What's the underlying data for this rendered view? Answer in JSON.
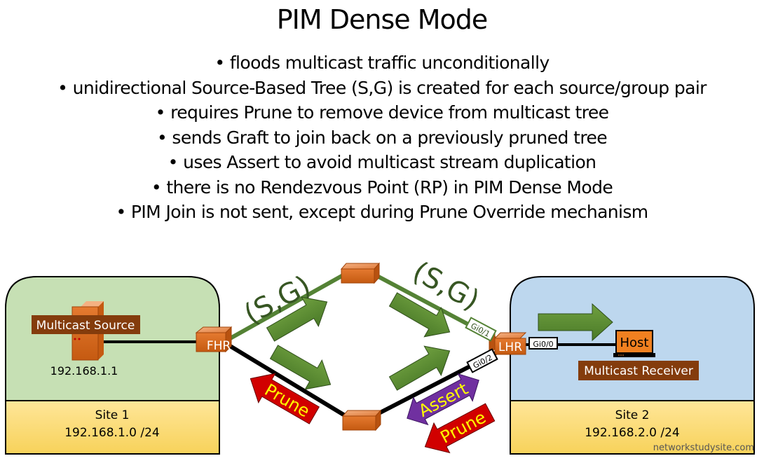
{
  "title": "PIM Dense Mode",
  "bullets": [
    "• floods multicast traffic unconditionally",
    "• unidirectional Source-Based Tree (S,G) is created for each source/group pair",
    "• requires Prune to remove device from multicast tree",
    "• sends Graft to join back on a previously pruned tree",
    "• uses Assert to avoid multicast stream duplication",
    "• there is no Rendezvous Point (RP) in PIM Dense Mode",
    "• PIM Join is not sent, except during Prune Override mechanism"
  ],
  "diagram": {
    "site1": {
      "name": "Site 1",
      "subnet": "192.168.1.0 /24",
      "source_label": "Multicast Source",
      "source_ip": "192.168.1.1",
      "router": "FHR",
      "color": "#c6e0b4"
    },
    "site2": {
      "name": "Site 2",
      "subnet": "192.168.2.0 /24",
      "host_label": "Host",
      "receiver_label": "Multicast Receiver",
      "router": "LHR",
      "color": "#bdd7ee"
    },
    "interfaces": {
      "top": "Gi0/1",
      "bottom": "Gi0/2",
      "lan": "Gi0/0"
    },
    "tree_label": "(S,G)",
    "messages": {
      "prune": "Prune",
      "assert": "Assert"
    },
    "colors": {
      "tree_green": "#548235",
      "arrow_green": "#5b8c32",
      "router_orange": "#d9702a",
      "label_brown": "#843c0c",
      "footer_yellow": "#ffe27a",
      "prune_red": "#d10000",
      "assert_purple": "#7030a0",
      "message_text": "#ffff00"
    },
    "watermark": "networkstudysite.com"
  }
}
